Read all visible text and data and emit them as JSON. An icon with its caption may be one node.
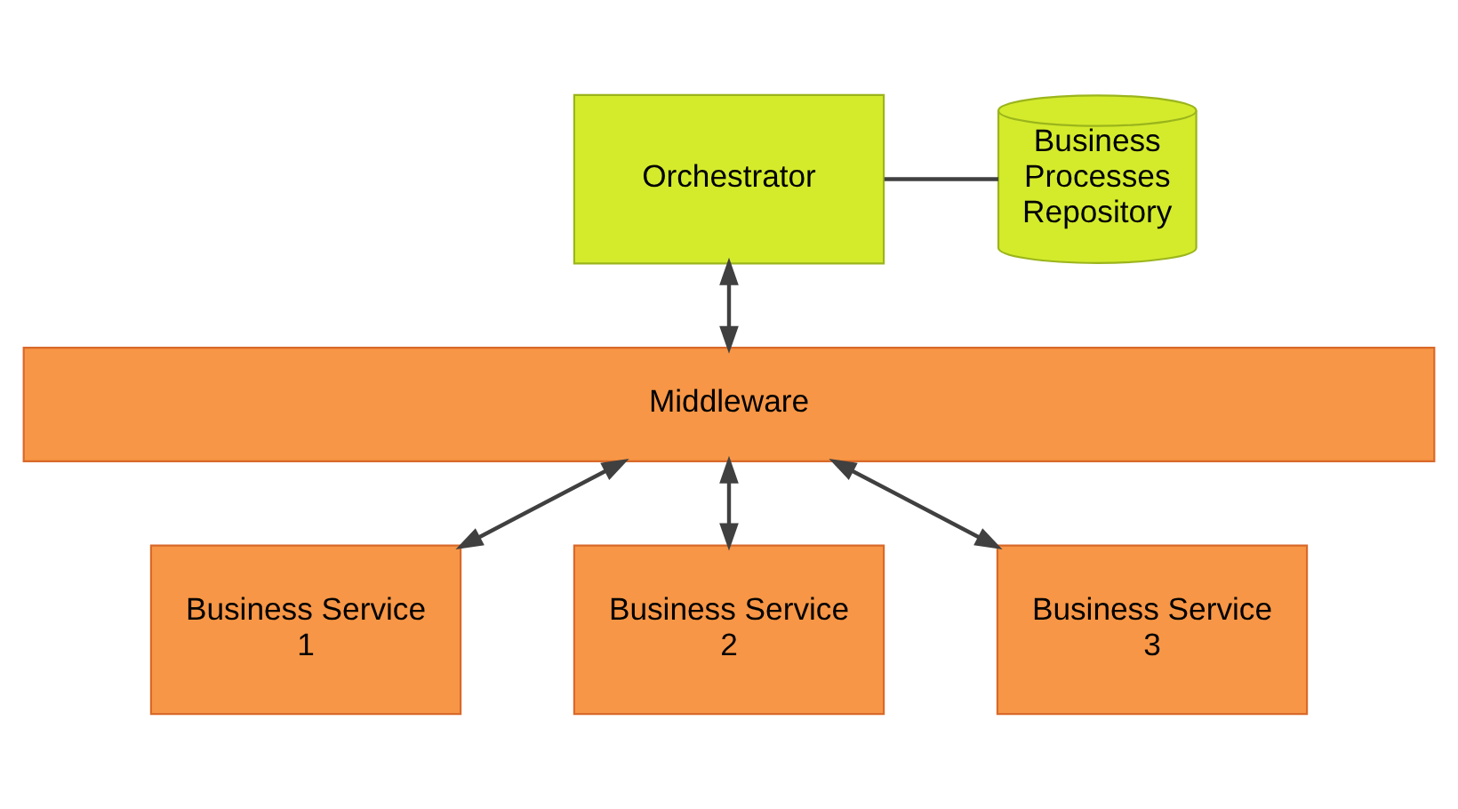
{
  "diagram": {
    "nodes": [
      {
        "text": [
          "Orchestrator"
        ]
      },
      {
        "text": [
          "Business Processes Repository"
        ]
      },
      {
        "text": [
          "Middleware"
        ]
      },
      {
        "text": [
          "Business Service 1"
        ]
      },
      {
        "text": [
          "Business Service 2"
        ]
      },
      {
        "text": [
          "Business Service 3"
        ]
      }
    ],
    "edges": [
      {
        "from": 0,
        "to": 1,
        "arrow": "none"
      },
      {
        "from": 0,
        "to": 2,
        "arrow": "both"
      },
      {
        "from": 2,
        "to": 3,
        "arrow": "both"
      },
      {
        "from": 2,
        "to": 4,
        "arrow": "both"
      },
      {
        "from": 2,
        "to": 5,
        "arrow": "both"
      }
    ]
  }
}
